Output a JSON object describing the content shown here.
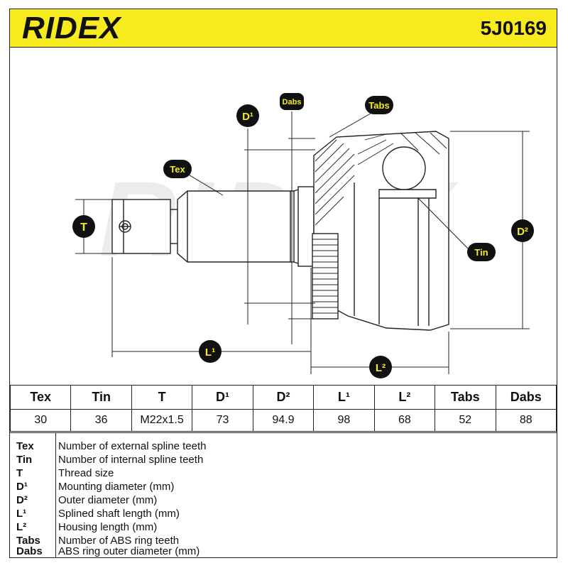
{
  "header": {
    "brand": "RIDEX",
    "part_number": "5J0169",
    "brand_color": "#f7ea1f"
  },
  "drawing": {
    "watermark": "RIDEX",
    "tags": {
      "tex": "Tex",
      "tin": "Tin",
      "t": "T",
      "d1": "D¹",
      "d2": "D²",
      "l1": "L¹",
      "l2": "L²",
      "tabs": "Tabs",
      "dabs": "Dabs"
    }
  },
  "spec_table": {
    "headers": [
      "Tex",
      "Tin",
      "T",
      "D¹",
      "D²",
      "L¹",
      "L²",
      "Tabs",
      "Dabs"
    ],
    "values": [
      "30",
      "36",
      "M22x1.5",
      "73",
      "94.9",
      "98",
      "68",
      "52",
      "88"
    ]
  },
  "legend": [
    {
      "key": "Tex",
      "desc": "Number of external spline teeth"
    },
    {
      "key": "Tin",
      "desc": "Number of internal spline teeth"
    },
    {
      "key": "T",
      "desc": "Thread size"
    },
    {
      "key": "D¹",
      "desc": "Mounting diameter (mm)"
    },
    {
      "key": "D²",
      "desc": "Outer diameter (mm)"
    },
    {
      "key": "L¹",
      "desc": "Splined shaft length (mm)"
    },
    {
      "key": "L²",
      "desc": "Housing length (mm)"
    },
    {
      "key": "Tabs",
      "desc": "Number of ABS ring teeth"
    },
    {
      "key": "Dabs",
      "desc": "ABS ring outer diameter (mm)"
    }
  ]
}
